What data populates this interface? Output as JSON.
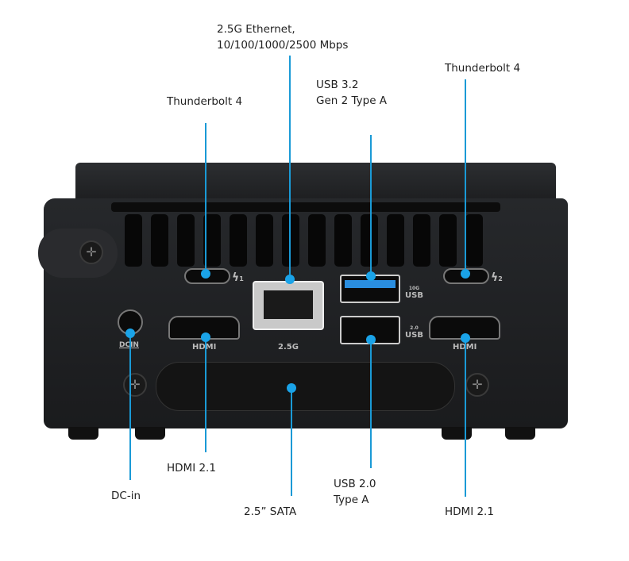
{
  "callouts": {
    "ethernet": [
      "2.5G Ethernet,",
      "10/100/1000/2500 Mbps"
    ],
    "tb_left": "Thunderbolt 4",
    "usb32": [
      "USB 3.2",
      "Gen 2 Type A"
    ],
    "tb_right": "Thunderbolt 4",
    "hdmi_left": "HDMI 2.1",
    "dc_in": "DC-in",
    "sata": "2.5” SATA",
    "usb20": [
      "USB 2.0",
      "Type A"
    ],
    "hdmi_right": "HDMI 2.1"
  },
  "port_labels": {
    "hdmi": "HDMI",
    "lan": "2.5G",
    "usb10g_top": "10G",
    "usb10g": "USB",
    "usb20_top": "2.0",
    "usb20": "USB",
    "dcin": "DCIN",
    "tb1": "1",
    "tb2": "2"
  },
  "colors": {
    "accent": "#1aa3e8",
    "body": "#1f2023"
  }
}
